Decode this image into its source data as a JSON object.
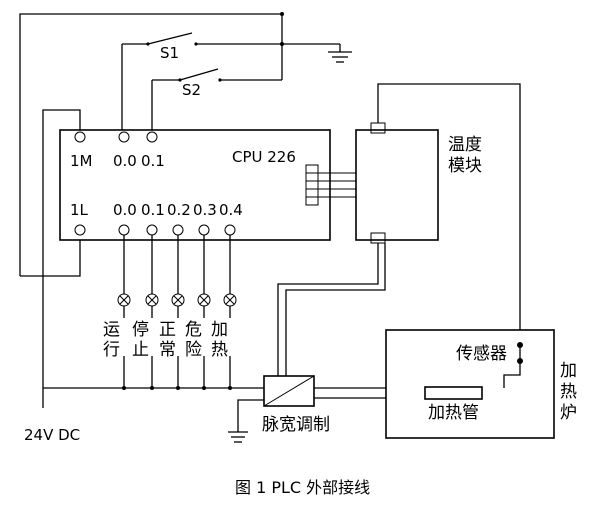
{
  "plc": {
    "model": "CPU 226",
    "top_labels": [
      "1M",
      "0.0",
      "0.1"
    ],
    "bottom_labels": [
      "1L",
      "0.0",
      "0.1",
      "0.2",
      "0.3",
      "0.4"
    ]
  },
  "switches": {
    "s1": "S1",
    "s2": "S2"
  },
  "temp_module": [
    "温度",
    "模块"
  ],
  "lamps": [
    [
      "运",
      "行"
    ],
    [
      "停",
      "止"
    ],
    [
      "正",
      "常"
    ],
    [
      "危",
      "险"
    ],
    [
      "加",
      "热"
    ]
  ],
  "pwm": "脉宽调制",
  "furnace": {
    "label": [
      "加",
      "热",
      "炉"
    ],
    "sensor": "传感器",
    "heater": "加热管"
  },
  "power": "24V DC",
  "caption": "图 1   PLC 外部接线"
}
